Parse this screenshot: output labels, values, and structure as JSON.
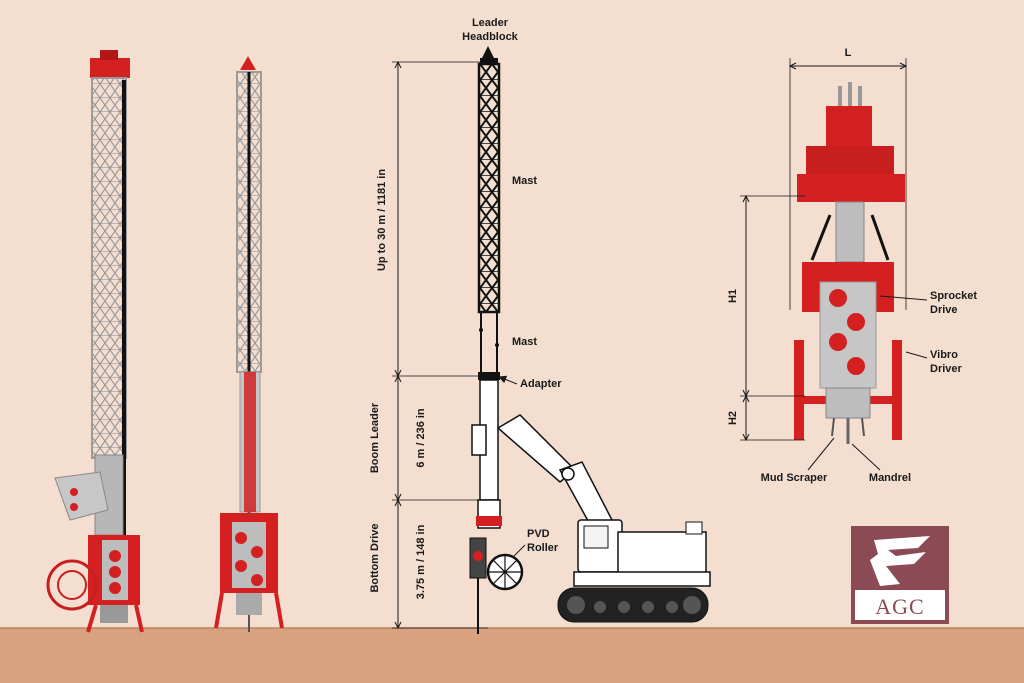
{
  "labels": {
    "leader_headblock_line1": "Leader",
    "leader_headblock_line2": "Headblock",
    "mast_upper": "Mast",
    "mast_lower": "Mast",
    "adapter": "Adapter",
    "pvd_roller_line1": "PVD",
    "pvd_roller_line2": "Roller",
    "sprocket_drive_line1": "Sprocket",
    "sprocket_drive_line2": "Drive",
    "vibro_driver_line1": "Vibro",
    "vibro_driver_line2": "Driver",
    "mud_scraper": "Mud Scraper",
    "mandrel": "Mandrel"
  },
  "dimensions": {
    "mast_section_name": "",
    "mast_length": "Up to 30 m / 1181 in",
    "boom_leader_name": "Boom Leader",
    "boom_leader_length": "6 m / 236 in",
    "bottom_drive_name": "Bottom Drive",
    "bottom_drive_length": "3.75 m / 148 in",
    "width_L": "L",
    "height_H1": "H1",
    "height_H2": "H2"
  },
  "logo": {
    "text": "AGC"
  },
  "colors": {
    "background": "#f3ded0",
    "ground": "#d9a27e",
    "accent_red": "#d42020",
    "steel": "#c9c9c9",
    "dark": "#1a1a1a",
    "logo_maroon": "#8c4a55"
  }
}
